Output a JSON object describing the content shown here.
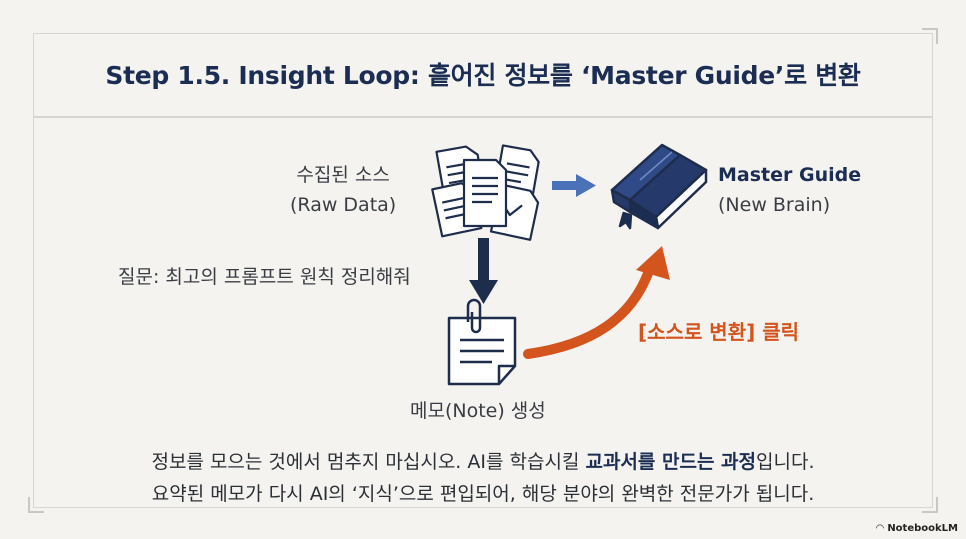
{
  "title": "Step 1.5. Insight Loop: 흩어진 정보를 ‘Master Guide’로 변환",
  "nodes": {
    "raw_line1": "수집된 소스",
    "raw_line2": "(Raw Data)",
    "guide_line1": "Master Guide",
    "guide_line2": "(New Brain)",
    "note_label": "메모(Note) 생성"
  },
  "question": "질문: 최고의 프롬프트 원칙 정리해줘",
  "action_label": "[소스로 변환] 클릭",
  "footer": {
    "line1_pre": "정보를 모으는 것에서 멈추지 마십시오. AI를 학습시킬 ",
    "line1_bold1": "교과서를 만드는 과정",
    "line1_post": "입니다.",
    "line2": "요약된 메모가 다시 AI의 ‘지식’으로 편입되어, 해당 분야의 완벽한 전문가가 됩니다."
  },
  "brand": "NotebookLM",
  "colors": {
    "navy": "#1b2d52",
    "accent_orange": "#d4541d",
    "arrow_blue": "#4a72b8"
  }
}
